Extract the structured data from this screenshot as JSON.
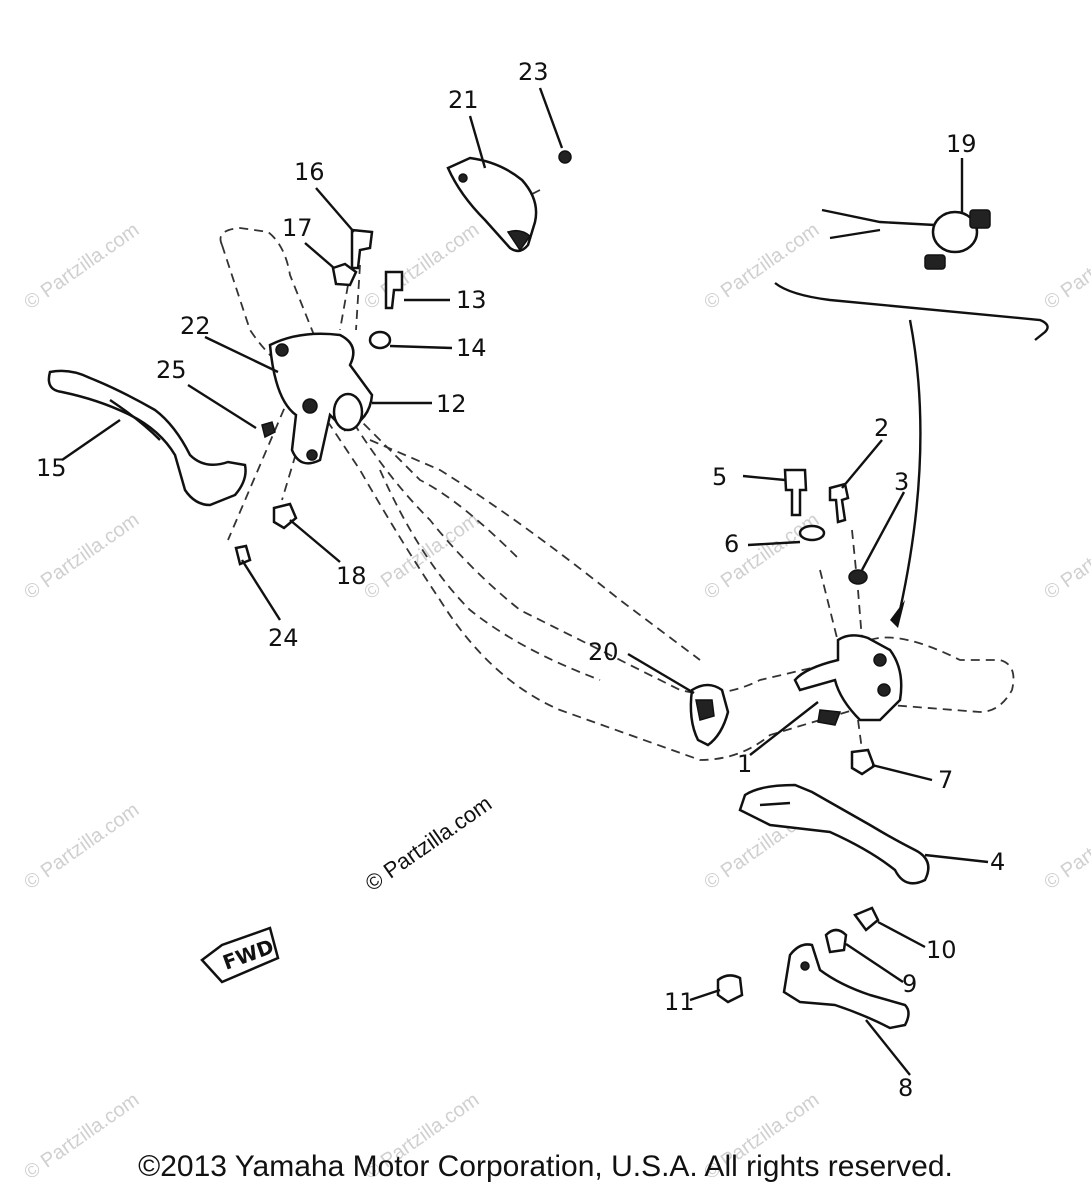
{
  "watermark": {
    "text": "© Partzilla.com"
  },
  "center_watermark": {
    "text": "© Partzilla.com"
  },
  "fwd_badge": {
    "text": "FWD"
  },
  "copyright": {
    "text": "©2013 Yamaha Motor Corporation, U.S.A. All rights reserved."
  },
  "callouts": [
    {
      "id": "1",
      "label": "1"
    },
    {
      "id": "2",
      "label": "2"
    },
    {
      "id": "3",
      "label": "3"
    },
    {
      "id": "4",
      "label": "4"
    },
    {
      "id": "5",
      "label": "5"
    },
    {
      "id": "6",
      "label": "6"
    },
    {
      "id": "7",
      "label": "7"
    },
    {
      "id": "8",
      "label": "8"
    },
    {
      "id": "9",
      "label": "9"
    },
    {
      "id": "10",
      "label": "10"
    },
    {
      "id": "11",
      "label": "11"
    },
    {
      "id": "12",
      "label": "12"
    },
    {
      "id": "13",
      "label": "13"
    },
    {
      "id": "14",
      "label": "14"
    },
    {
      "id": "15",
      "label": "15"
    },
    {
      "id": "16",
      "label": "16"
    },
    {
      "id": "17",
      "label": "17"
    },
    {
      "id": "18",
      "label": "18"
    },
    {
      "id": "19",
      "label": "19"
    },
    {
      "id": "20",
      "label": "20"
    },
    {
      "id": "21",
      "label": "21"
    },
    {
      "id": "22",
      "label": "22"
    },
    {
      "id": "23",
      "label": "23"
    },
    {
      "id": "24",
      "label": "24"
    },
    {
      "id": "25",
      "label": "25"
    }
  ]
}
